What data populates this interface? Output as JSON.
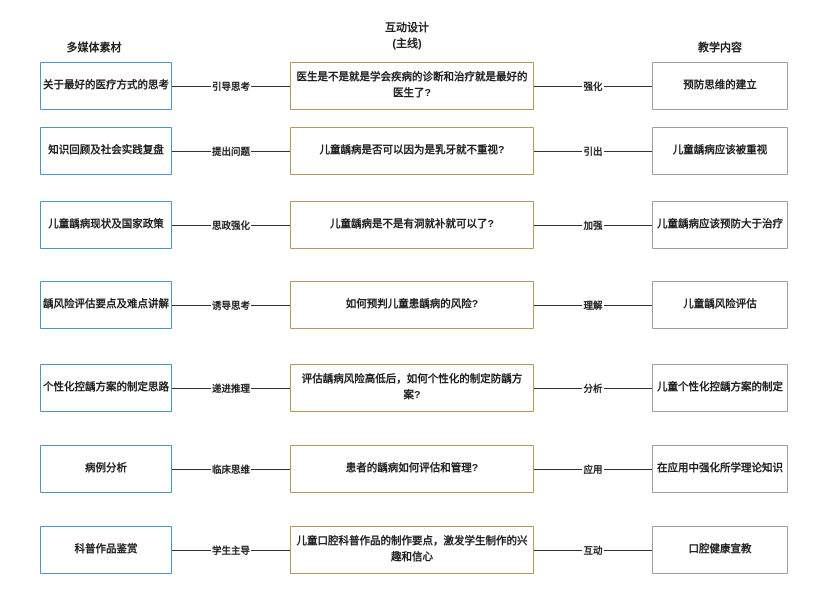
{
  "headers": {
    "left": "多媒体素材",
    "middle_line1": "互动设计",
    "middle_line2": "(主线)",
    "right": "教学内容"
  },
  "colors": {
    "left_border": "#4E97B8",
    "middle_border": "#B3985C",
    "right_border": "#9E9E9E",
    "connector": "#333333",
    "text": "#1F1F1F"
  },
  "rows": [
    {
      "left": "关于最好的医疗方式的思考",
      "left_label": "引导思考",
      "middle": "医生是不是就是学会疾病的诊断和治疗就是最好的医生了?",
      "right_label": "强化",
      "right": "预防思维的建立"
    },
    {
      "left": "知识回顾及社会实践复盘",
      "left_label": "提出问题",
      "middle": "儿童龋病是否可以因为是乳牙就不重视?",
      "right_label": "引出",
      "right": "儿童龋病应该被重视"
    },
    {
      "left": "儿童龋病现状及国家政策",
      "left_label": "思政强化",
      "middle": "儿童龋病是不是有洞就补就可以了?",
      "right_label": "加强",
      "right": "儿童龋病应该预防大于治疗"
    },
    {
      "left": "龋风险评估要点及难点讲解",
      "left_label": "诱导思考",
      "middle": "如何预判儿童患龋病的风险?",
      "right_label": "理解",
      "right": "儿童龋风险评估"
    },
    {
      "left": "个性化控龋方案的制定思路",
      "left_label": "递进推理",
      "middle": "评估龋病风险高低后，如何个性化的制定防龋方案?",
      "right_label": "分析",
      "right": "儿童个性化控龋方案的制定"
    },
    {
      "left": "病例分析",
      "left_label": "临床思维",
      "middle": "患者的龋病如何评估和管理?",
      "right_label": "应用",
      "right": "在应用中强化所学理论知识"
    },
    {
      "left": "科普作品鉴赏",
      "left_label": "学生主导",
      "middle": "儿童口腔科普作品的制作要点，激发学生制作的兴趣和信心",
      "right_label": "互动",
      "right": "口腔健康宣教"
    }
  ]
}
